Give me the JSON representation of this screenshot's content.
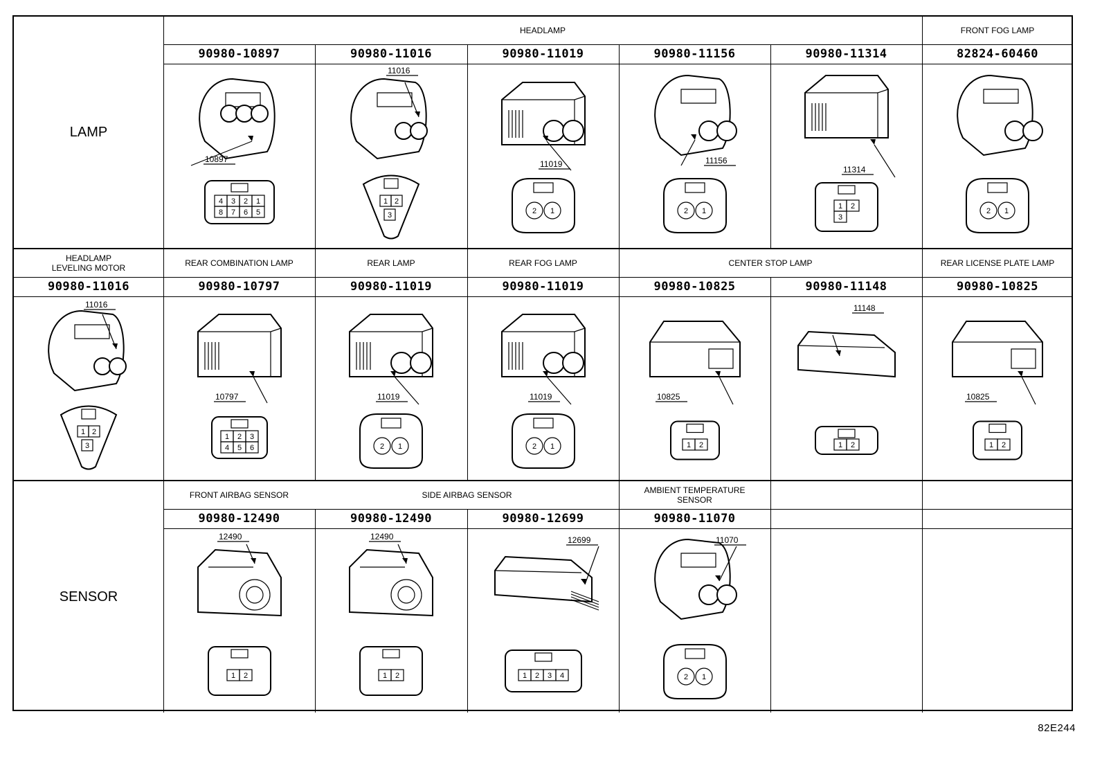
{
  "figure_code": "82E244",
  "rows": [
    {
      "title": "LAMP",
      "cells": [
        {
          "group": "HEADLAMP",
          "part": "90980-10897",
          "tag": "10897",
          "pins": [
            "4",
            "3",
            "2",
            "1",
            "8",
            "7",
            "6",
            "5"
          ]
        },
        {
          "group": "",
          "part": "90980-11016",
          "tag": "11016",
          "pins": [
            "1",
            "2",
            "3"
          ]
        },
        {
          "group": "",
          "part": "90980-11019",
          "tag": "11019",
          "pins": [
            "2",
            "1"
          ]
        },
        {
          "group": "",
          "part": "90980-11156",
          "tag": "11156",
          "pins": [
            "2",
            "1"
          ]
        },
        {
          "group": "",
          "part": "90980-11314",
          "tag": "11314",
          "pins": [
            "1",
            "2",
            "3"
          ]
        },
        {
          "group": "FRONT FOG LAMP",
          "part": "82824-60460",
          "tag": "",
          "pins": [
            "2",
            "1"
          ]
        }
      ]
    },
    {
      "title": "HEADLAMP LEVELING MOTOR",
      "cells": [
        {
          "group": "HEADLAMP LEVELING MOTOR",
          "part": "90980-11016",
          "tag": "11016",
          "pins": [
            "1",
            "2",
            "3"
          ]
        },
        {
          "group": "REAR COMBINATION LAMP",
          "part": "90980-10797",
          "tag": "10797",
          "pins": [
            "1",
            "2",
            "3",
            "4",
            "5",
            "6"
          ]
        },
        {
          "group": "REAR LAMP",
          "part": "90980-11019",
          "tag": "11019",
          "pins": [
            "2",
            "1"
          ]
        },
        {
          "group": "REAR FOG LAMP",
          "part": "90980-11019",
          "tag": "11019",
          "pins": [
            "2",
            "1"
          ]
        },
        {
          "group": "CENTER STOP LAMP",
          "part": "90980-10825",
          "tag": "10825",
          "pins": [
            "1",
            "2"
          ]
        },
        {
          "group": "",
          "part": "90980-11148",
          "tag": "11148",
          "pins": [
            "1",
            "2"
          ]
        },
        {
          "group": "REAR LICENSE PLATE LAMP",
          "part": "90980-10825",
          "tag": "10825",
          "pins": [
            "1",
            "2"
          ]
        }
      ]
    },
    {
      "title": "SENSOR",
      "cells": [
        {
          "group": "FRONT AIRBAG SENSOR",
          "part": "90980-12490",
          "tag": "12490",
          "pins": [
            "1",
            "2"
          ]
        },
        {
          "group": "SIDE AIRBAG SENSOR",
          "part": "90980-12490",
          "tag": "12490",
          "pins": [
            "1",
            "2"
          ]
        },
        {
          "group": "",
          "part": "90980-12699",
          "tag": "12699",
          "pins": [
            "1",
            "2",
            "3",
            "4"
          ]
        },
        {
          "group": "AMBIENT TEMPERATURE SENSOR",
          "part": "90980-11070",
          "tag": "11070",
          "pins": [
            "2",
            "1"
          ]
        }
      ]
    }
  ],
  "labels": {
    "lamp": "LAMP",
    "sensor": "SENSOR",
    "headlamp": "HEADLAMP",
    "front_fog_lamp": "FRONT FOG LAMP",
    "hl_leveling_motor_1": "HEADLAMP",
    "hl_leveling_motor_2": "LEVELING MOTOR",
    "rear_combination_lamp": "REAR COMBINATION LAMP",
    "rear_lamp": "REAR LAMP",
    "rear_fog_lamp": "REAR FOG LAMP",
    "center_stop_lamp": "CENTER STOP LAMP",
    "rear_license_plate_lamp": "REAR LICENSE PLATE LAMP",
    "front_airbag_sensor": "FRONT AIRBAG SENSOR",
    "side_airbag_sensor": "SIDE AIRBAG SENSOR",
    "ambient_temp_1": "AMBIENT TEMPERATURE",
    "ambient_temp_2": "SENSOR"
  },
  "parts": {
    "r1c1": "90980-10897",
    "r1c2": "90980-11016",
    "r1c3": "90980-11019",
    "r1c4": "90980-11156",
    "r1c5": "90980-11314",
    "r1c6": "82824-60460",
    "r2c0": "90980-11016",
    "r2c1": "90980-10797",
    "r2c2": "90980-11019",
    "r2c3": "90980-11019",
    "r2c4": "90980-10825",
    "r2c5": "90980-11148",
    "r2c6": "90980-10825",
    "r3c1": "90980-12490",
    "r3c2": "90980-12490",
    "r3c3": "90980-12699",
    "r3c4": "90980-11070"
  },
  "tags": {
    "r1c1": "10897",
    "r1c2": "11016",
    "r1c3": "11019",
    "r1c4": "11156",
    "r1c5": "11314",
    "r2c0": "11016",
    "r2c1": "10797",
    "r2c2": "11019",
    "r2c3": "11019",
    "r2c4": "10825",
    "r2c5": "11148",
    "r2c6": "10825",
    "r3c1": "12490",
    "r3c2": "12490",
    "r3c3": "12699",
    "r3c4": "11070"
  },
  "pin_sets": {
    "p8": [
      "4",
      "3",
      "2",
      "1",
      "8",
      "7",
      "6",
      "5"
    ],
    "p3tri": [
      "1",
      "2",
      "3"
    ],
    "p21": [
      "2",
      "1"
    ],
    "p123": [
      "1",
      "2",
      "3"
    ],
    "p6": [
      "1",
      "2",
      "3",
      "4",
      "5",
      "6"
    ],
    "p12": [
      "1",
      "2"
    ],
    "p1234": [
      "1",
      "2",
      "3",
      "4"
    ]
  }
}
